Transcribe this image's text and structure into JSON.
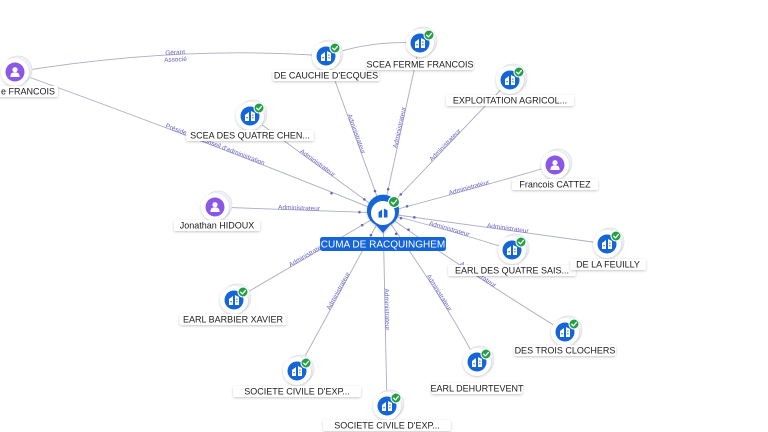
{
  "colors": {
    "company": "#1565d8",
    "person": "#8a57e6",
    "badge": "#23a046",
    "edge": "#a9adc0",
    "edge_label": "#6a63c8",
    "center_tag": "#1565d8"
  },
  "center": {
    "label": "CUMA DE RACQUINGHEM",
    "icon": "building-icon"
  },
  "nodes": [
    {
      "id": "francois-left",
      "type": "person",
      "label": "e FRANCOIS",
      "icon": "person-icon"
    },
    {
      "id": "cauchie",
      "type": "company",
      "label": "DE CAUCHIE D'ECQUES",
      "icon": "building-icon"
    },
    {
      "id": "scea-ferme",
      "type": "company",
      "label": "SCEA FERME FRANCOIS",
      "icon": "building-icon"
    },
    {
      "id": "exploitation",
      "type": "company",
      "label": "EXPLOITATION AGRICOL...",
      "icon": "building-icon"
    },
    {
      "id": "scea-quatre",
      "type": "company",
      "label": "SCEA DES QUATRE CHEN...",
      "icon": "building-icon"
    },
    {
      "id": "cattez",
      "type": "person",
      "label": "Francois CATTEZ",
      "icon": "person-icon"
    },
    {
      "id": "hidoux",
      "type": "person",
      "label": "Jonathan HIDOUX",
      "icon": "person-icon"
    },
    {
      "id": "earl-quatre",
      "type": "company",
      "label": "EARL DES QUATRE SAIS...",
      "icon": "building-icon"
    },
    {
      "id": "feuilly",
      "type": "company",
      "label": "DE LA FEUILLY",
      "icon": "building-icon"
    },
    {
      "id": "barbier",
      "type": "company",
      "label": "EARL BARBIER XAVIER",
      "icon": "building-icon"
    },
    {
      "id": "trois-clochers",
      "type": "company",
      "label": "DES TROIS CLOCHERS",
      "icon": "building-icon"
    },
    {
      "id": "societe1",
      "type": "company",
      "label": "SOCIETE CIVILE D'EXP...",
      "icon": "building-icon"
    },
    {
      "id": "dehurtevent",
      "type": "company",
      "label": "EARL DEHURTEVENT",
      "icon": "building-icon"
    },
    {
      "id": "societe2",
      "type": "company",
      "label": "SOCIETE CIVILE D'EXP...",
      "icon": "building-icon"
    }
  ],
  "edges": [
    {
      "from": "francois-left",
      "to": "cauchie",
      "label": "Gérant",
      "label2": "Associé"
    },
    {
      "from": "francois-left",
      "to": "center",
      "label": "Président du conseil d'administration"
    },
    {
      "from": "cauchie",
      "to": "center",
      "label": "Administrateur"
    },
    {
      "from": "scea-ferme",
      "to": "center",
      "label": "Administrateur"
    },
    {
      "from": "exploitation",
      "to": "center",
      "label": "Administrateur"
    },
    {
      "from": "scea-quatre",
      "to": "center",
      "label": "Administrateur"
    },
    {
      "from": "cattez",
      "to": "center",
      "label": "Administrateur"
    },
    {
      "from": "hidoux",
      "to": "center",
      "label": "Administrateur"
    },
    {
      "from": "earl-quatre",
      "to": "center",
      "label": "Administrateur"
    },
    {
      "from": "feuilly",
      "to": "center",
      "label": "Administrateur"
    },
    {
      "from": "barbier",
      "to": "center",
      "label": "Administrateur"
    },
    {
      "from": "trois-clochers",
      "to": "center",
      "label": "Administrateur"
    },
    {
      "from": "societe1",
      "to": "center",
      "label": "Administrateur"
    },
    {
      "from": "dehurtevent",
      "to": "center",
      "label": "Administrateur"
    },
    {
      "from": "societe2",
      "to": "center",
      "label": "Administrateur"
    },
    {
      "from": "scea-ferme",
      "to": "cauchie",
      "label": ""
    }
  ]
}
